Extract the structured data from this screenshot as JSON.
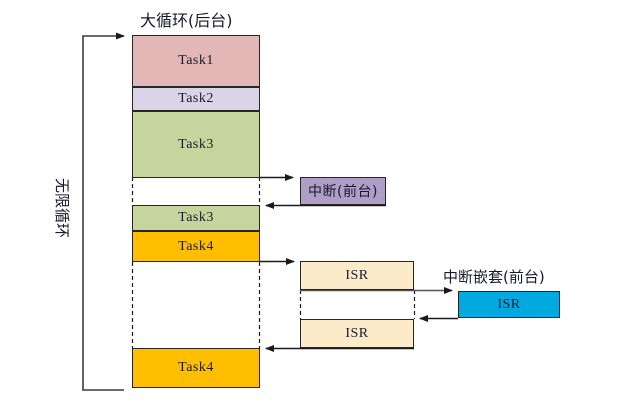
{
  "diagram": {
    "title_main": "大循环(后台)",
    "label_loop": "无限循环",
    "label_interrupt": "中断(前台)",
    "label_nested_interrupt": "中断嵌套(前台)",
    "boxes": {
      "task1": "Task1",
      "task2": "Task2",
      "task3_a": "Task3",
      "task3_b": "Task3",
      "task4_a": "Task4",
      "task4_b": "Task4",
      "isr_1": "ISR",
      "isr_2": "ISR",
      "isr_nested": "ISR"
    },
    "colors": {
      "task1": "#E2B7B5",
      "task2": "#D9D4E6",
      "task3": "#C4D69E",
      "task4": "#FFBF00",
      "isr": "#FCEBC8",
      "isr_nested": "#00A9E0",
      "interrupt": "#AE9EC8",
      "stroke": "#262626",
      "background": "#FFFFFF"
    }
  }
}
